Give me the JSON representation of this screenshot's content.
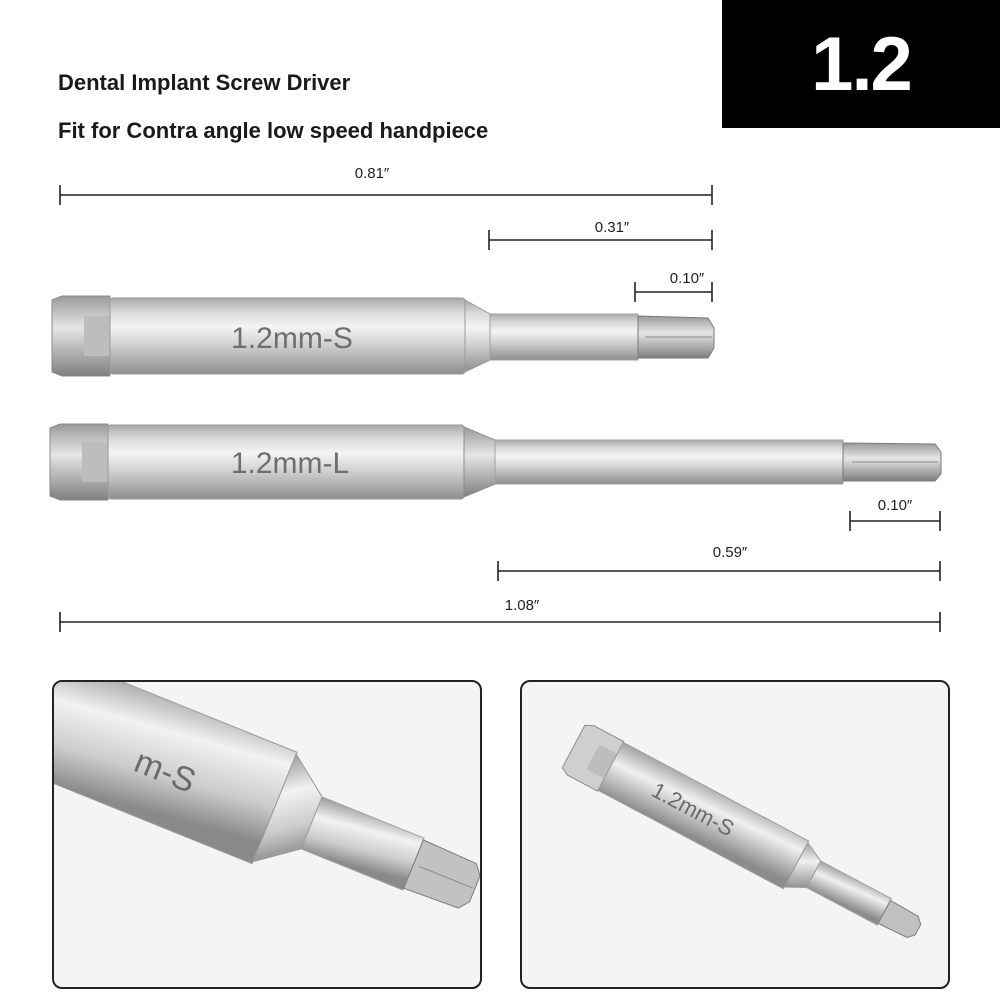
{
  "header": {
    "line1": "Dental Implant Screw Driver",
    "line2": "Fit for Contra angle low speed handpiece",
    "size_badge": "1.2"
  },
  "dimensions": {
    "short_total": "0.81″",
    "short_shaft": "0.31″",
    "short_tip": "0.10″",
    "long_tip": "0.10″",
    "long_shaft": "0.59″",
    "long_total": "1.08″"
  },
  "drivers": {
    "short_label": "1.2mm-S",
    "long_label": "1.2mm-L"
  },
  "detail_panels": {
    "left_label": "m-S",
    "right_label": "1.2mm-S"
  },
  "colors": {
    "badge_bg": "#000000",
    "badge_text": "#ffffff",
    "dimension_line": "#222222",
    "metal": "#c8c8c8"
  }
}
